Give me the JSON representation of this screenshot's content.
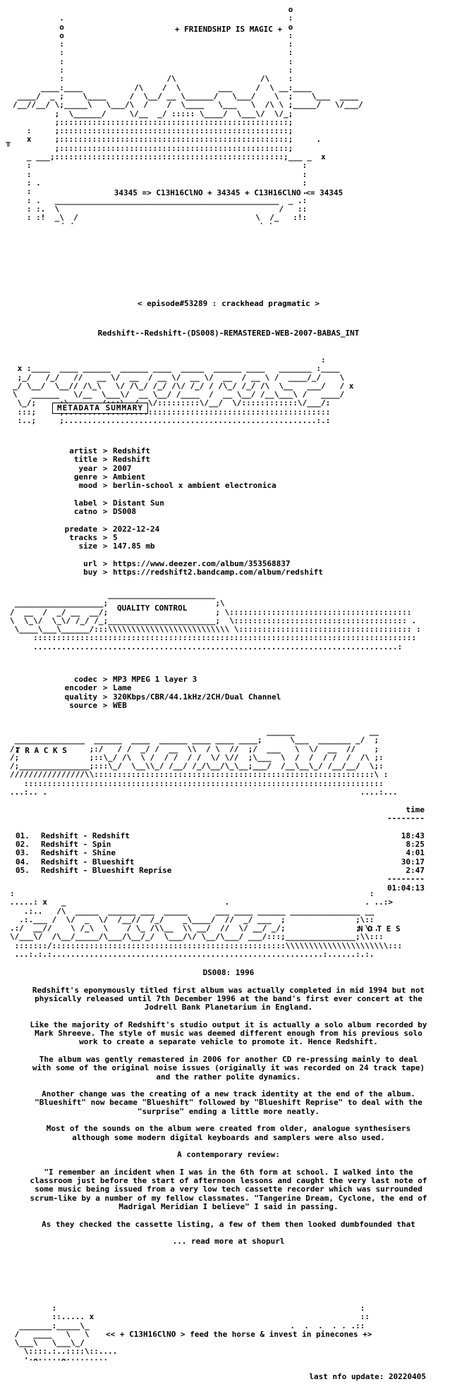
{
  "header": {
    "tagline": "+ FRIENDSHIP IS MAGIC +",
    "corner_glyph": "╥",
    "formula": "34345 => C13H16ClNO + 34345 + C13H16ClNO <= 34345",
    "episode": "< episode#53289 : crackhead pragmatic >",
    "release_name": "Redshift--Redshift-(DS008)-REMASTERED-WEB-2007-BABAS_INT"
  },
  "metadata": {
    "section_label": "METADATA SUMMARY",
    "rows": [
      {
        "key": "artist",
        "value": "Redshift"
      },
      {
        "key": "title",
        "value": "Redshift"
      },
      {
        "key": "year",
        "value": "2007"
      },
      {
        "key": "genre",
        "value": "Ambient"
      },
      {
        "key": "mood",
        "value": "berlin-school x ambient electronica"
      },
      {
        "key": "label",
        "value": "Distant Sun"
      },
      {
        "key": "catno",
        "value": "DS008"
      },
      {
        "key": "predate",
        "value": "2022-12-24"
      },
      {
        "key": "tracks",
        "value": "5"
      },
      {
        "key": "size",
        "value": "147.85 mb"
      },
      {
        "key": "url",
        "value": "https://www.deezer.com/album/353568837"
      },
      {
        "key": "buy",
        "value": "https://redshift2.bandcamp.com/album/redshift"
      }
    ],
    "separator": ">"
  },
  "quality": {
    "section_label": "QUALITY CONTROL",
    "rows": [
      {
        "key": "codec",
        "value": "MP3 MPEG 1 layer 3"
      },
      {
        "key": "encoder",
        "value": "Lame"
      },
      {
        "key": "quality",
        "value": "320Kbps/CBR/44.1kHz/2CH/Dual Channel"
      },
      {
        "key": "source",
        "value": "WEB"
      }
    ]
  },
  "tracks": {
    "section_label": "T R A C K S",
    "time_header": "time",
    "rule": "--------",
    "items": [
      {
        "num": "01.",
        "name": "Redshift - Redshift",
        "time": "18:43"
      },
      {
        "num": "02.",
        "name": "Redshift - Spin",
        "time": "8:25"
      },
      {
        "num": "03.",
        "name": "Redshift - Shine",
        "time": "4:01"
      },
      {
        "num": "04.",
        "name": "Redshift - Blueshift",
        "time": "30:17"
      },
      {
        "num": "05.",
        "name": "Redshift - Blueshift Reprise",
        "time": "2:47"
      }
    ],
    "total_rule": "--------",
    "total": "01:04:13"
  },
  "notes": {
    "section_label": "N O T E S",
    "heading": "DS008: 1996",
    "paragraphs": [
      "Redshift's eponymously titled first album was actually completed in mid 1994 but not physically released until 7th December 1996 at the band's first ever concert at the Jodrell Bank Planetarium in England.",
      "Like the majority of Redshift's studio output it is actually a solo album recorded by Mark Shreeve. The style of music was deemed different enough from his previous solo work to create a separate vehicle to promote it. Hence Redshift.",
      "The album was gently remastered in 2006 for another CD re-pressing mainly to deal with some of the original noise issues (originally it was recorded on 24 track tape) and the rather polite dynamics.",
      "Another change was the creating of a new track identity at the end of the album. \"Blueshift\" now became \"Blueshift\" followed by \"Blueshift Reprise\" to deal with the \"surprise\" ending a little more neatly.",
      "Most of the sounds on the album were created from older, analogue synthesisers although some modern digital keyboards and samplers were also used."
    ],
    "review_heading": "A contemporary review:",
    "review_paragraphs": [
      "\"I remember an incident when I was in the 6th form at school. I walked into the classroom just before the start of afternoon lessons and caught the very last note of some music being issued from a very low tech cassette recorder which was surrounded scrum-like by a number of my fellow classmates. \"Tangerine Dream, Cyclone, the end of Madrigal Meridian I believe\" I said in passing.",
      "As they checked the cassette listing, a few of them then looked dumbfounded that"
    ],
    "read_more": "... read more at shopurl"
  },
  "footer": {
    "slogan": "<< + C13H16ClNO > feed the horse & invest in pinecones +>",
    "last_update": "last nfo update: 20220405"
  }
}
